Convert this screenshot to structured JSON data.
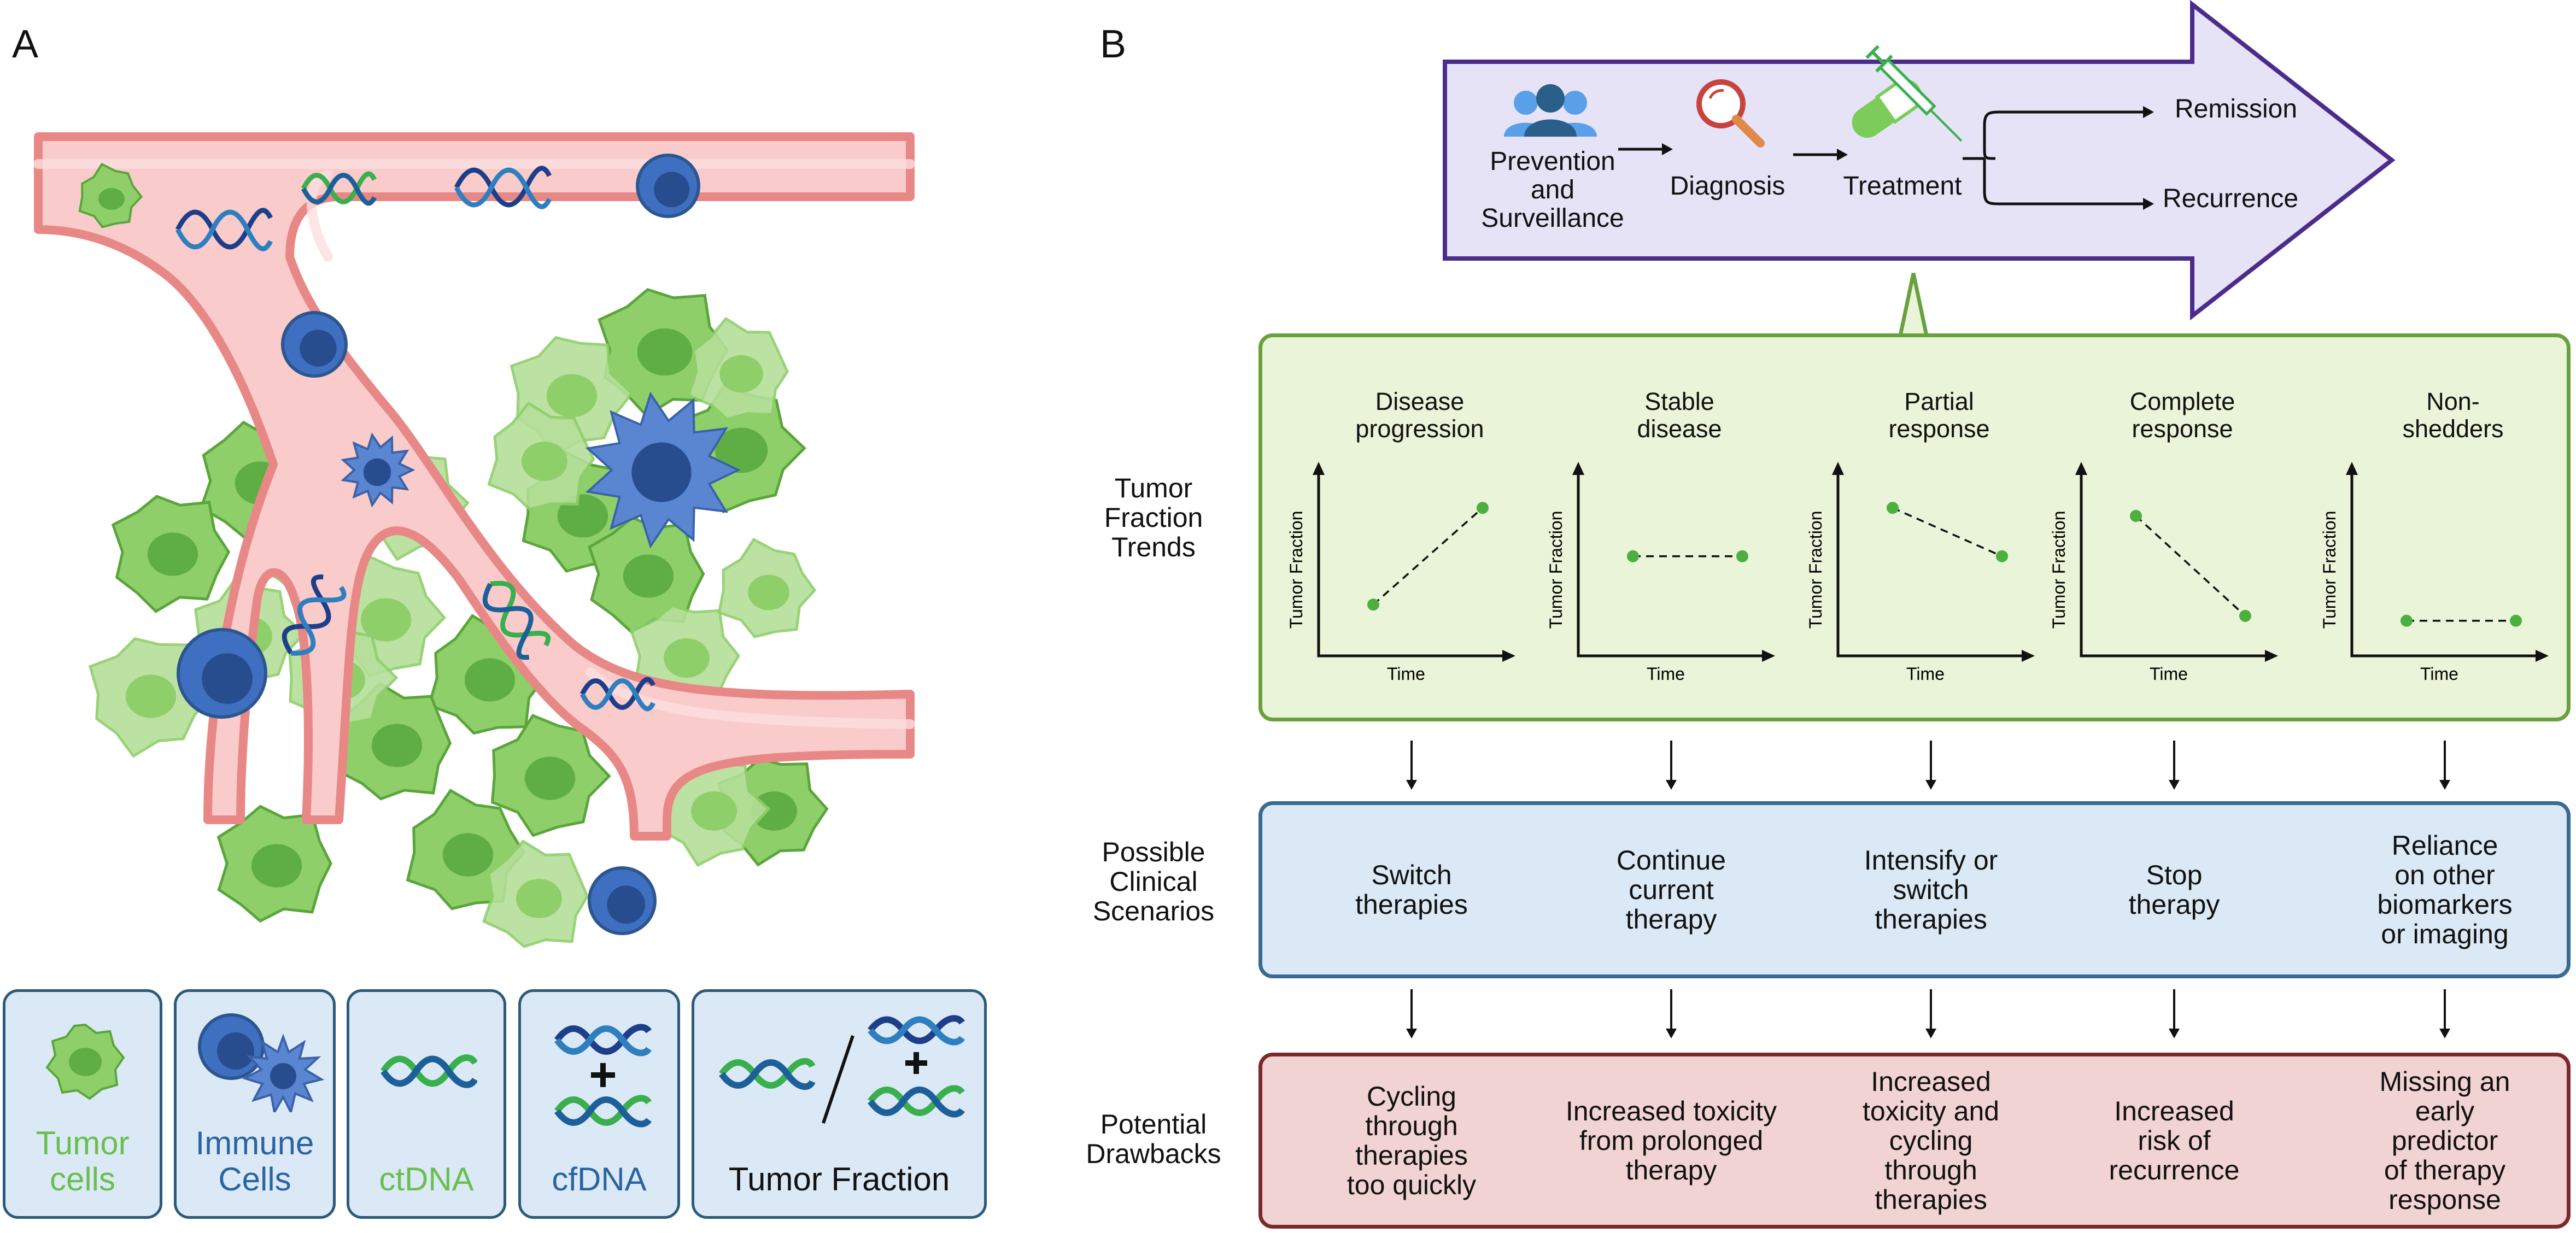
{
  "panel_a": {
    "letter": "A",
    "legend": [
      {
        "label": "Tumor\ncells",
        "color": "#69bf4e"
      },
      {
        "label": "Immune\nCells",
        "color": "#2a64a0"
      },
      {
        "label": "ctDNA",
        "color": "#69bf4e"
      },
      {
        "label": "cfDNA",
        "color": "#2a64a0"
      },
      {
        "label": "Tumor Fraction",
        "color": "#111111"
      }
    ],
    "colors": {
      "tumor": "#8fcf6a",
      "immune": "#3f6fc0",
      "vessel": "#f4b8b6",
      "legend_bg": "#dbe9f6"
    }
  },
  "panel_b": {
    "letter": "B",
    "timeline": {
      "steps": [
        "Prevention\nand\nSurveillance",
        "Diagnosis",
        "Treatment"
      ],
      "outcomes": [
        "Remission",
        "Recurrence"
      ],
      "icons": [
        "people-icon",
        "magnifier-icon",
        "pill-syringe-icon"
      ],
      "color_fill": "#e6e3f7",
      "color_border": "#4b2c8a"
    },
    "rows": {
      "trends": "Tumor\nFraction\nTrends",
      "scenarios": "Possible\nClinical\nScenarios",
      "drawbacks": "Potential\nDrawbacks"
    },
    "axis": {
      "ylabel": "Tumor Fraction",
      "xlabel": "Time"
    },
    "trends": [
      {
        "title": "Disease\nprogression",
        "y_start": 0.25,
        "y_end": 0.85
      },
      {
        "title": "Stable\ndisease",
        "y_start": 0.55,
        "y_end": 0.55
      },
      {
        "title": "Partial\nresponse",
        "y_start": 0.85,
        "y_end": 0.55
      },
      {
        "title": "Complete\nresponse",
        "y_start": 0.8,
        "y_end": 0.18
      },
      {
        "title": "Non-\nshedders",
        "y_start": 0.15,
        "y_end": 0.15
      }
    ],
    "scenarios": [
      "Switch\ntherapies",
      "Continue\ncurrent\ntherapy",
      "Intensify or\nswitch\ntherapies",
      "Stop\ntherapy",
      "Reliance\non other\nbiomarkers\nor imaging"
    ],
    "drawbacks": [
      "Cycling\nthrough\ntherapies\ntoo quickly",
      "Increased toxicity\nfrom prolonged\ntherapy",
      "Increased\ntoxicity and\ncycling\nthrough\ntherapies",
      "Increased\nrisk of\nrecurrence",
      "Missing an\nearly\npredictor\nof therapy\nresponse"
    ],
    "colors": {
      "trends_fill": "#e9f4d8",
      "trends_border": "#6aa13f",
      "scenarios_fill": "#dbe9f6",
      "scenarios_border": "#3a6a92",
      "drawbacks_fill": "#f2d3d3",
      "drawbacks_border": "#7a2a2a",
      "dot": "#4caf3f"
    }
  }
}
